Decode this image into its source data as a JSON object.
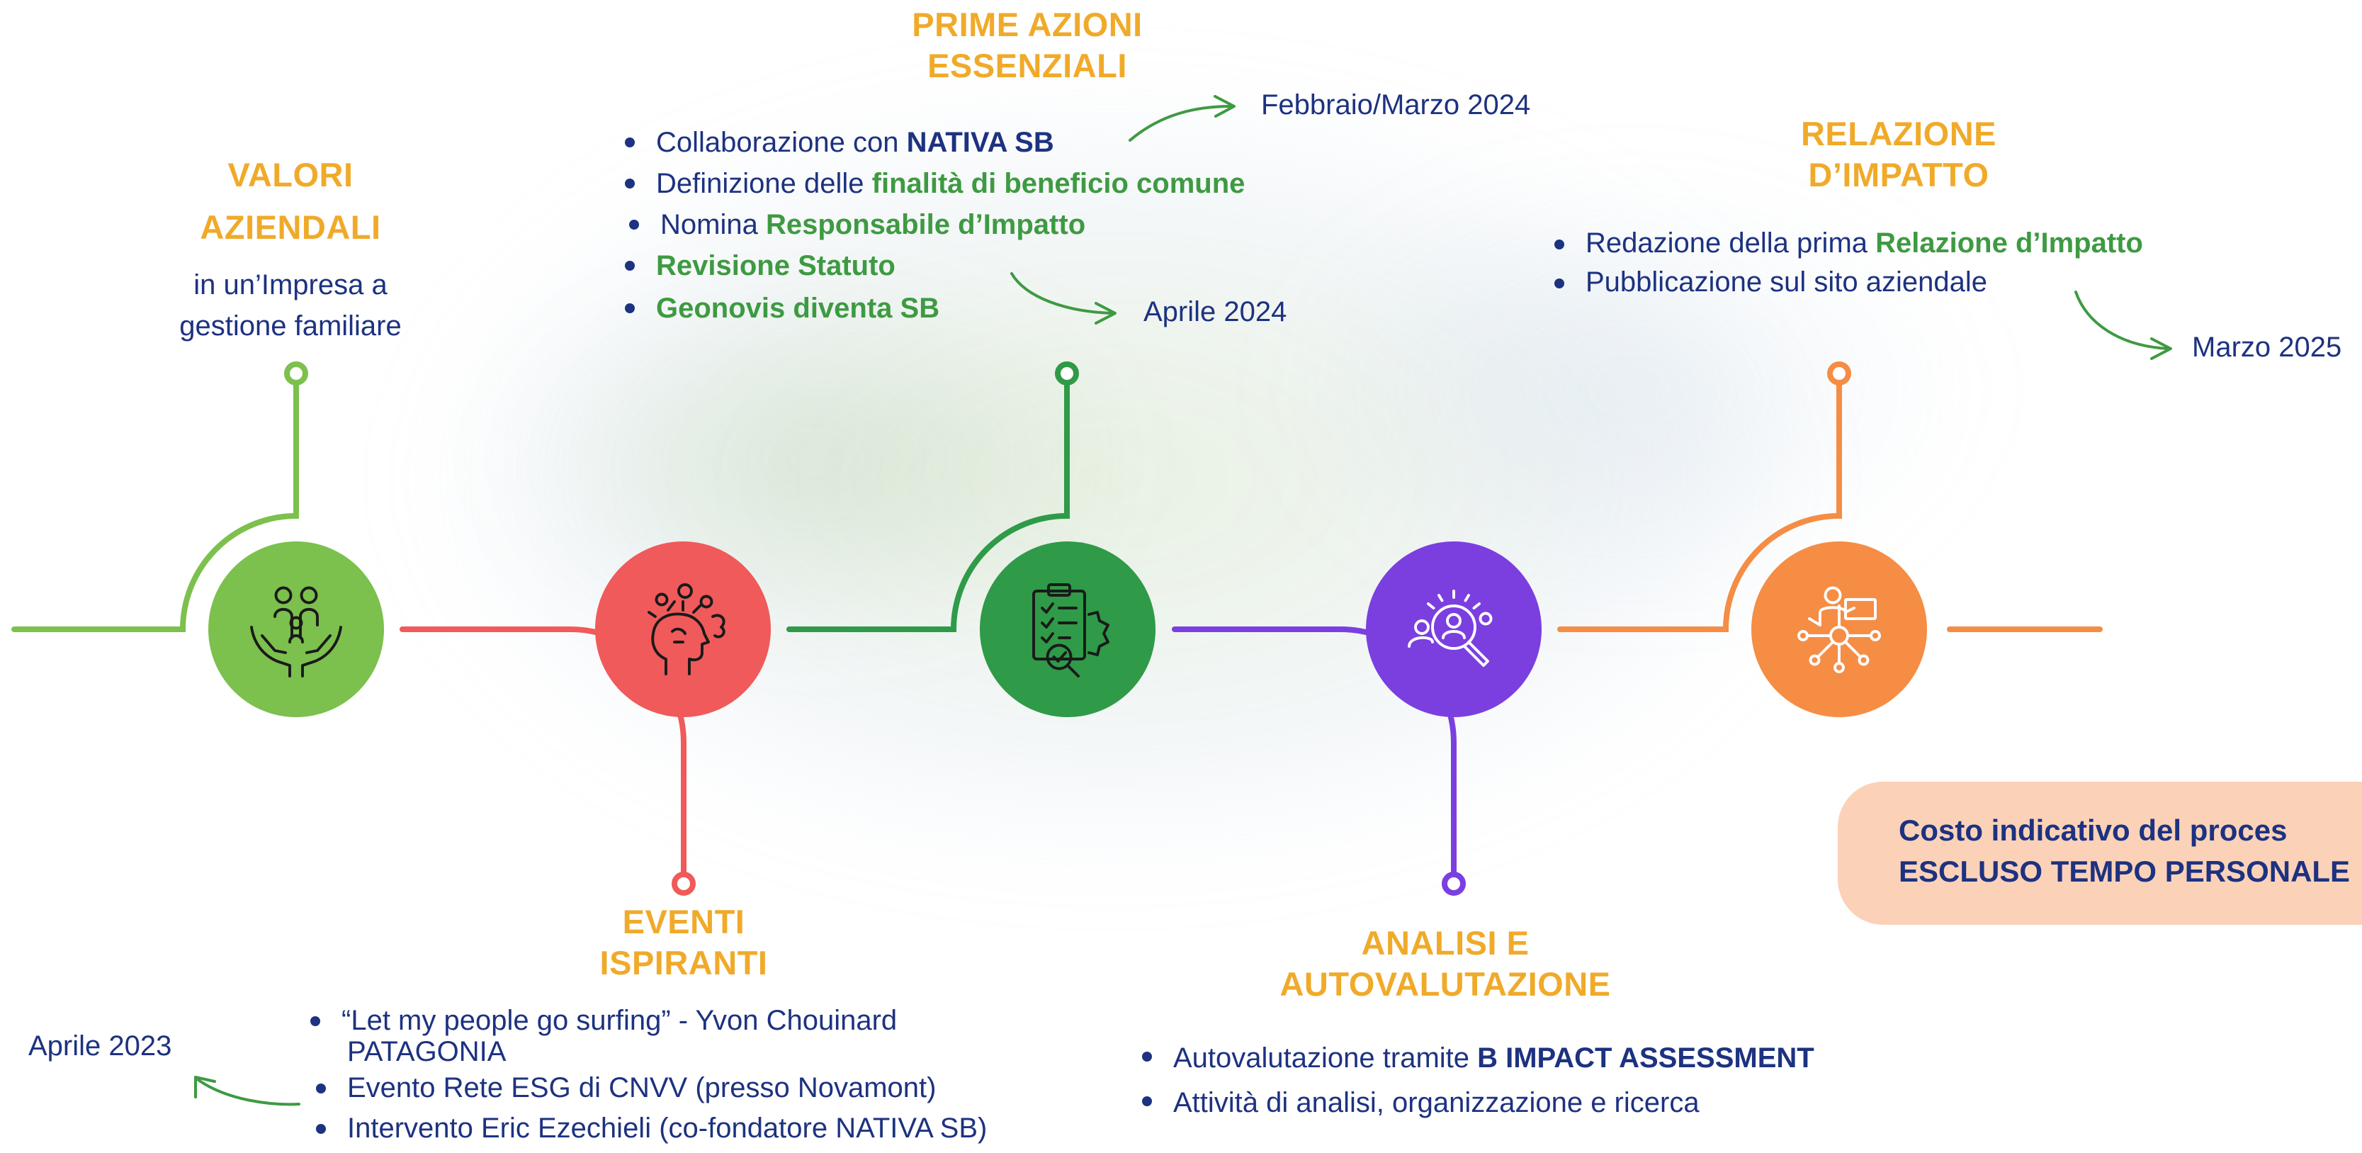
{
  "stages": [
    {
      "id": "valori",
      "heading": [
        "VALORI",
        "AZIENDALI"
      ],
      "subtitle": [
        "in un’Impresa a",
        "gestione familiare"
      ],
      "color": "#7cc04d"
    },
    {
      "id": "eventi",
      "heading": [
        "EVENTI",
        "ISPIRANTI"
      ],
      "color": "#f05a5a",
      "items": [
        {
          "text": "“Let my people go surfing” - Yvon Chouinard"
        },
        {
          "text": "PATAGONIA",
          "continuation": true
        },
        {
          "text": "Evento Rete ESG di CNVV (presso Novamont)"
        },
        {
          "text": "Intervento Eric Ezechieli (co-fondatore NATIVA SB)"
        }
      ],
      "date": "Aprile 2023"
    },
    {
      "id": "prime",
      "heading": [
        "PRIME AZIONI",
        "ESSENZIALI"
      ],
      "color": "#2f9a48",
      "items": [
        {
          "pre": "Collaborazione con ",
          "bold": "NATIVA SB",
          "style": "navy"
        },
        {
          "pre": "Definizione delle ",
          "bold": "finalità di beneficio comune",
          "style": "green"
        },
        {
          "pre": "Nomina ",
          "bold": "Responsabile d’Impatto",
          "style": "green"
        },
        {
          "pre": "",
          "bold": "Revisione Statuto",
          "style": "green"
        },
        {
          "pre": "",
          "bold": "Geonovis diventa SB",
          "style": "green"
        }
      ],
      "date_1": "Febbraio/Marzo 2024",
      "date_2": "Aprile 2024"
    },
    {
      "id": "analisi",
      "heading": [
        "ANALISI E",
        "AUTOVALUTAZIONE"
      ],
      "color": "#7b3fe0",
      "items": [
        {
          "pre": "Autovalutazione tramite ",
          "bold": "B IMPACT ASSESSMENT",
          "style": "navy"
        },
        {
          "pre": "Attività di analisi, organizzazione e ricerca",
          "bold": "",
          "style": "navy"
        }
      ]
    },
    {
      "id": "relazione",
      "heading": [
        "RELAZIONE",
        "D’IMPATTO"
      ],
      "color": "#f58d45",
      "items": [
        {
          "pre": "Redazione della prima ",
          "bold": "Relazione d’Impatto",
          "style": "green"
        },
        {
          "pre": "Pubblicazione sul sito aziendale",
          "bold": "",
          "style": "green"
        }
      ],
      "date": "Marzo 2025"
    }
  ],
  "icons": [
    "family-care-icon",
    "inspiration-head-icon",
    "checklist-gear-icon",
    "search-people-icon",
    "presentation-network-icon"
  ],
  "cost_box": {
    "line1": "Costo indicativo del proces",
    "line2": "ESCLUSO TEMPO PERSONALE",
    "color": "#fbd2b8"
  },
  "colors": {
    "heading": "#f0aa2a",
    "text": "#1d3280",
    "green_bold": "#3e9a42"
  }
}
